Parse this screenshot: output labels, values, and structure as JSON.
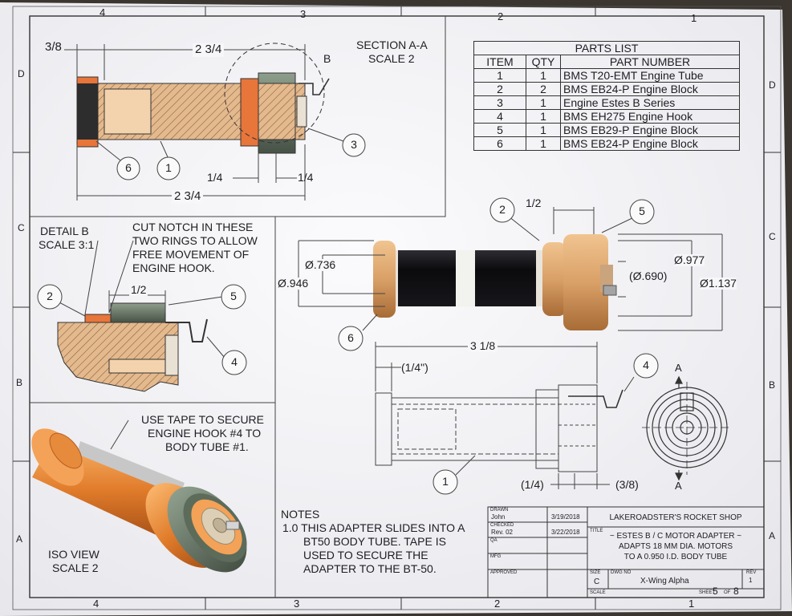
{
  "border_zones": {
    "columns": [
      "4",
      "3",
      "2",
      "1"
    ],
    "rows": [
      "D",
      "C",
      "B",
      "A"
    ]
  },
  "section_view": {
    "title": "SECTION A-A",
    "scale": "SCALE 2",
    "dims": {
      "left": "3/8",
      "length": "2 3/4",
      "ring1": "1/4",
      "ring2": "1/4",
      "overall": "2 3/4"
    },
    "balloons": [
      "6",
      "1",
      "3"
    ],
    "detail_label": "B"
  },
  "parts_list": {
    "title": "PARTS LIST",
    "headers": [
      "ITEM",
      "QTY",
      "PART NUMBER"
    ],
    "rows": [
      {
        "item": "1",
        "qty": "1",
        "part": "BMS T20-EMT Engine Tube"
      },
      {
        "item": "2",
        "qty": "2",
        "part": "BMS EB24-P  Engine Block"
      },
      {
        "item": "3",
        "qty": "1",
        "part": "Engine Estes B Series"
      },
      {
        "item": "4",
        "qty": "1",
        "part": "BMS EH275 Engine Hook"
      },
      {
        "item": "5",
        "qty": "1",
        "part": "BMS EB29-P  Engine Block"
      },
      {
        "item": "6",
        "qty": "1",
        "part": "BMS EB24-P  Engine Block"
      }
    ]
  },
  "detail_b": {
    "title": "DETAIL B",
    "scale": "SCALE 3:1",
    "note_lines": [
      "CUT NOTCH IN THESE",
      "TWO RINGS TO ALLOW",
      "FREE MOVEMENT OF",
      "ENGINE HOOK."
    ],
    "dim": "1/2",
    "balloons": [
      "2",
      "5",
      "4"
    ]
  },
  "iso_view": {
    "note_lines": [
      "USE TAPE TO SECURE",
      "ENGINE HOOK #4 TO",
      "BODY TUBE #1."
    ],
    "title": "ISO VIEW",
    "scale": "SCALE 2"
  },
  "photo_view": {
    "dims": {
      "d1": "Ø.736",
      "d2": "Ø.946",
      "d3": "(Ø.690)",
      "d4": "Ø.977",
      "d5": "Ø1.137",
      "top": "1/2"
    },
    "balloons": [
      "2",
      "5",
      "6"
    ]
  },
  "side_view": {
    "dims": {
      "length": "3 1/8",
      "quarter_top": "(1/4\")",
      "quarter_bottom": "(1/4)",
      "three_eighths": "(3/8)"
    },
    "balloons": [
      "4",
      "1"
    ],
    "section_marks": [
      "A",
      "A"
    ]
  },
  "notes": {
    "title": "NOTES",
    "lines": [
      "1.0 THIS ADAPTER SLIDES INTO A",
      "BT50 BODY TUBE.  TAPE IS",
      "USED TO SECURE THE",
      "ADAPTER TO THE BT-50."
    ]
  },
  "title_block": {
    "drawn_label": "DRAWN",
    "drawn_by": "John",
    "drawn_date": "3/19/2018",
    "checked_label": "CHECKED",
    "rev_label": "Rev. 02",
    "rev_date": "3/22/2018",
    "qa_label": "QA",
    "mfg_label": "MFG",
    "approved_label": "APPROVED",
    "company": "LAKEROADSTER'S ROCKET SHOP",
    "title_label": "TITLE",
    "title_lines": [
      "~ ESTES B / C MOTOR ADAPTER ~",
      "ADAPTS 18 MM DIA. MOTORS",
      "TO A 0.950 I.D. BODY TUBE"
    ],
    "size_label": "SIZE",
    "size": "C",
    "dwg_label": "DWG NO",
    "dwg_no": "X-Wing Alpha",
    "rev_hdr": "REV",
    "rev": "1",
    "scale_label": "SCALE",
    "sheet_label": "SHEET",
    "sheet": "5",
    "of_label": "OF",
    "of": "8"
  }
}
